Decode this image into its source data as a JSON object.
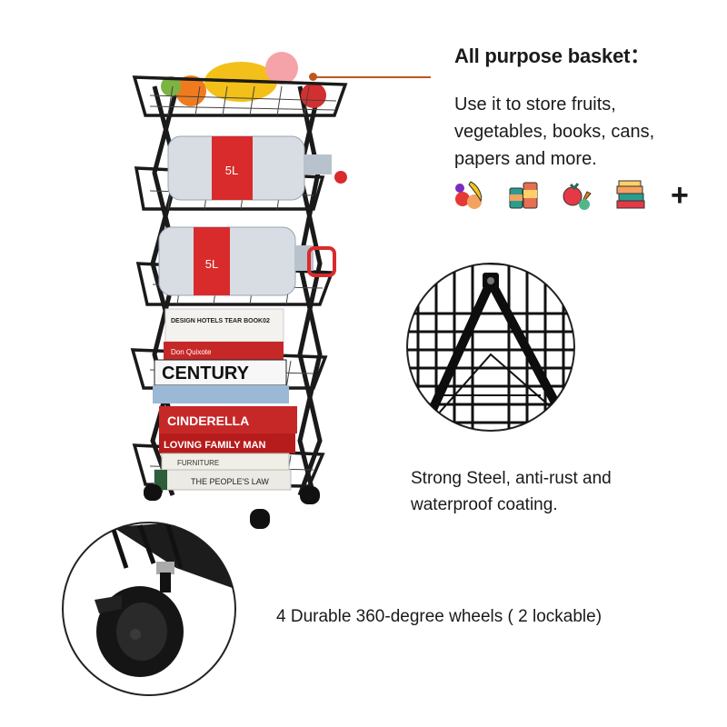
{
  "heading": "All purpose basket：",
  "description": "Use it to store fruits, vegetables, books, cans, papers and more.",
  "icons": [
    "fruits-icon",
    "cans-icon",
    "vegetables-icon",
    "books-icon"
  ],
  "plus": "+",
  "cart_labels": {
    "books_top": "DESIGN HOTELS TEAR BOOK02",
    "book_don": "Don Quixote",
    "book_century": "CENTURY",
    "book_cinderella": "CINDERELLA",
    "book_family": "LOVING FAMILY MAN",
    "book_furniture": "FURNITURE",
    "book_people": "THE PEOPLE'S LAW",
    "bottle_label": "5L"
  },
  "caption_steel": "Strong Steel, anti-rust and waterproof coating.",
  "caption_wheels": "4 Durable 360-degree wheels ( 2 lockable)",
  "colors": {
    "accent": "#c0561b",
    "frame": "#1a1a1a",
    "label_red": "#d92b2b"
  }
}
